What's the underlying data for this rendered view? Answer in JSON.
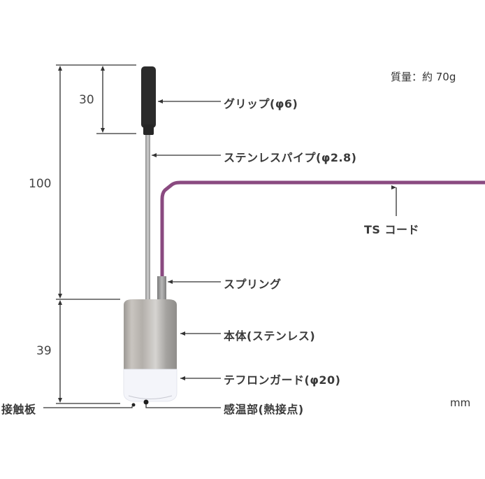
{
  "diagram": {
    "type": "product-dimension-drawing",
    "mass_label": "質量：約 70g",
    "unit_label": "mm",
    "dimensions": {
      "total_length": "100",
      "grip_length": "30",
      "body_length": "39"
    },
    "parts": [
      {
        "id": "grip",
        "label": "グリップ(φ6)"
      },
      {
        "id": "pipe",
        "label": "ステンレスパイプ(φ2.8)"
      },
      {
        "id": "cord",
        "label": "TS コード"
      },
      {
        "id": "spring",
        "label": "スプリング"
      },
      {
        "id": "body",
        "label": "本体(ステンレス)"
      },
      {
        "id": "guard",
        "label": "テフロンガード(φ20)"
      },
      {
        "id": "contact_plate",
        "label": "接触板"
      },
      {
        "id": "sensor",
        "label": "感温部(熱接点)"
      }
    ],
    "colors": {
      "grip": "#2b2b2b",
      "pipe": "#a8a8a8",
      "cord": "#8a4a80",
      "body": "#b9b6b1",
      "guard": "#f4f5fa",
      "leader": "#333333",
      "dim_line": "#555555"
    }
  }
}
